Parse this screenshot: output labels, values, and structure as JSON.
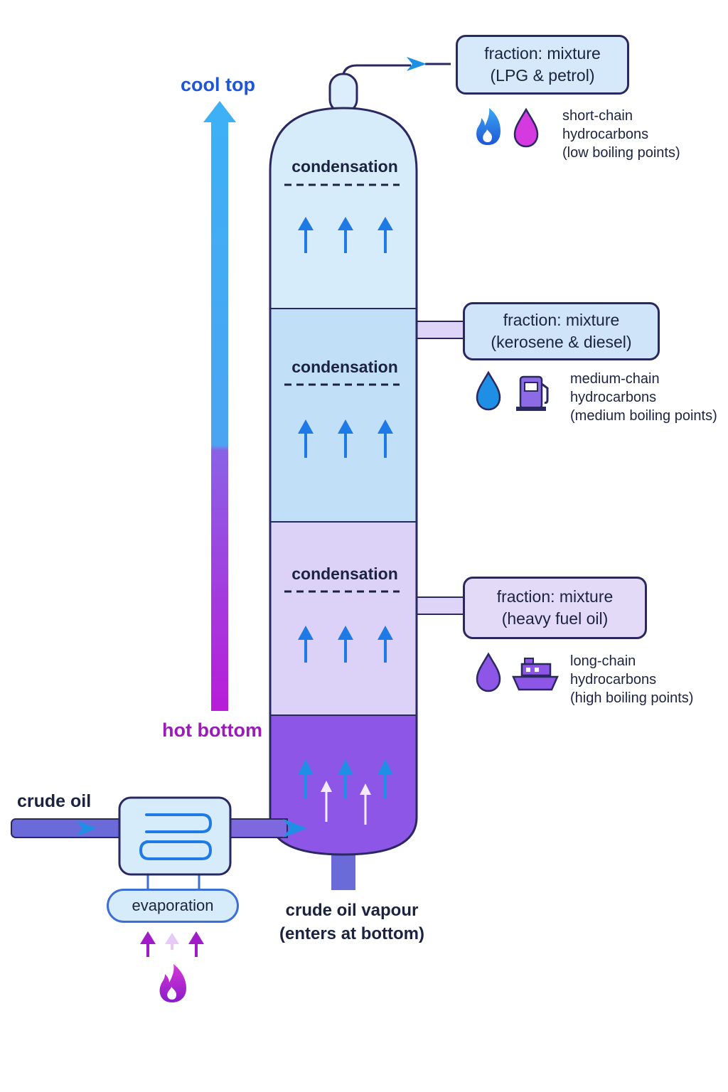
{
  "gradient": {
    "top_label": "cool top",
    "bottom_label": "hot bottom",
    "top_color": "#3aa8f2",
    "bottom_color": "#b81cd8"
  },
  "inputs": {
    "crude_label": "crude oil",
    "evaporation_label": "evaporation",
    "vapour_line1": "crude oil vapour",
    "vapour_line2": "(enters at bottom)"
  },
  "column": {
    "sections": [
      {
        "label": "condensation",
        "color": "#d6ecfb"
      },
      {
        "label": "condensation",
        "color": "#c1dff6"
      },
      {
        "label": "condensation",
        "color": "#dcd2f7"
      },
      {
        "label": "",
        "color": "#8d56e6"
      }
    ]
  },
  "fractions": [
    {
      "line1": "fraction: mixture",
      "line2": "(LPG & petrol)",
      "desc1": "short-chain",
      "desc2": "hydrocarbons",
      "desc3": "(low boiling points)",
      "box_color": "#d5e9fb",
      "icons": [
        "flame-icon",
        "drop-icon"
      ]
    },
    {
      "line1": "fraction: mixture",
      "line2": "(kerosene & diesel)",
      "desc1": "medium-chain",
      "desc2": "hydrocarbons",
      "desc3": "(medium boiling points)",
      "box_color": "#cfe4f8",
      "icons": [
        "drop-icon",
        "fuel-pump-icon"
      ]
    },
    {
      "line1": "fraction: mixture",
      "line2": "(heavy fuel oil)",
      "desc1": "long-chain",
      "desc2": "hydrocarbons",
      "desc3": "(high boiling points)",
      "box_color": "#e3daf8",
      "icons": [
        "drop-icon",
        "ship-icon"
      ]
    }
  ]
}
